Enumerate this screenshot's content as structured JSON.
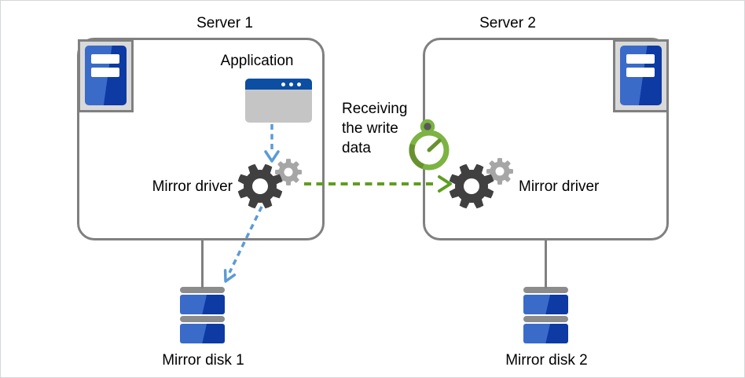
{
  "diagram": {
    "server1": {
      "title": "Server 1",
      "application_label": "Application",
      "mirror_driver_label": "Mirror driver",
      "disk_label": "Mirror disk 1"
    },
    "server2": {
      "title": "Server 2",
      "mirror_driver_label": "Mirror driver",
      "disk_label": "Mirror disk 2"
    },
    "annotation": {
      "text": "Receiving the write data",
      "line1": "Receiving",
      "line2": "the write",
      "line3": "data"
    },
    "colors": {
      "text": "#000000",
      "box_border": "#808080",
      "icon_bg_gray": "#d9d9d9",
      "arrow_blue": "#5b9bd5",
      "arrow_green": "#5f9e1f",
      "gear_dark": "#404040",
      "gear_light": "#a6a6a6",
      "stopwatch_green": "#7cb342",
      "stopwatch_green_dark": "#67922e",
      "app_titlebar_blue": "#0b4ea2",
      "app_body_gray": "#c5c5c5",
      "disk_blue_light": "#3a6bc9",
      "disk_blue_dark": "#0d3aa3",
      "disk_cap_gray": "#8c8c8c"
    }
  }
}
